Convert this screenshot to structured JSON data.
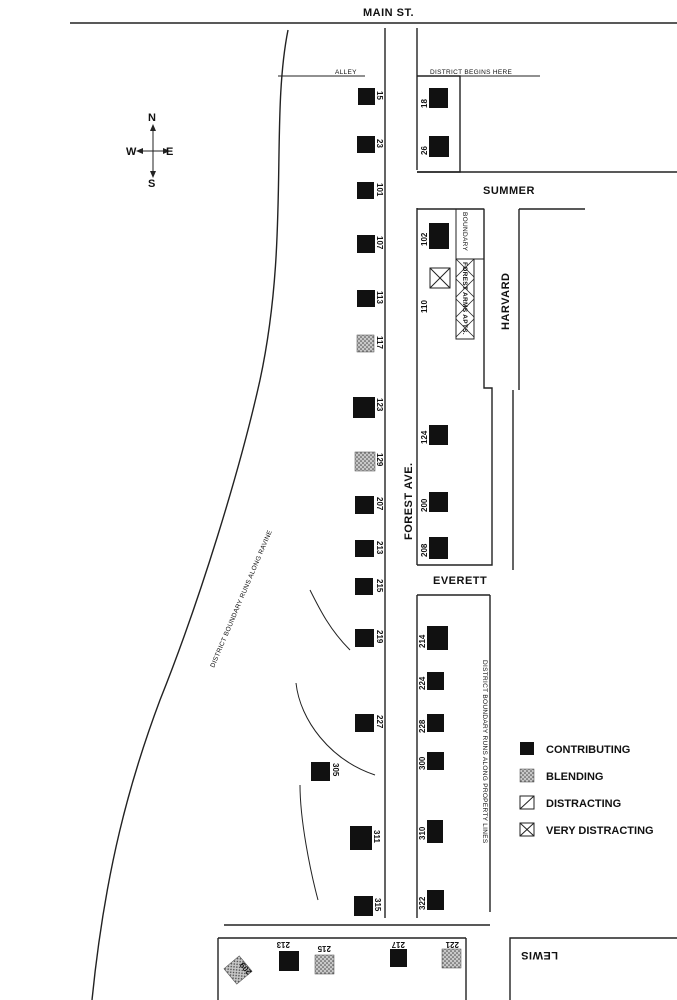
{
  "streets": {
    "main": "MAIN ST.",
    "summer": "SUMMER",
    "forest": "FOREST AVE.",
    "everett": "EVERETT",
    "harvard": "HARVARD",
    "lewis": "LEWIS"
  },
  "annotations": {
    "alley": "ALLEY",
    "district_begins": "DISTRICT BEGINS HERE",
    "boundary": "BOUNDARY",
    "forest_arms": "FOREST ARMS APTS.",
    "ravine": "DISTRICT BOUNDARY RUNS ALONG RAVINE",
    "property_lines": "DISTRICT BOUNDARY RUNS ALONG PROPERTY LINES"
  },
  "compass": {
    "n": "N",
    "s": "S",
    "e": "E",
    "w": "W"
  },
  "legend": {
    "contributing": "CONTRIBUTING",
    "blending": "BLENDING",
    "distracting": "DISTRACTING",
    "very_distracting": "VERY DISTRACTING"
  },
  "buildings": {
    "west": [
      "15",
      "23",
      "101",
      "107",
      "113",
      "117",
      "123",
      "129",
      "207",
      "213",
      "215",
      "219",
      "227",
      "305",
      "311",
      "315"
    ],
    "east": [
      "18",
      "26",
      "102",
      "110",
      "124",
      "200",
      "208",
      "214",
      "224",
      "228",
      "300",
      "310",
      "322"
    ],
    "lewis": [
      "209",
      "213",
      "215",
      "217",
      "221"
    ]
  },
  "colors": {
    "contributing": "#111111",
    "blending": "#9a9a9a",
    "ink": "#222222"
  }
}
